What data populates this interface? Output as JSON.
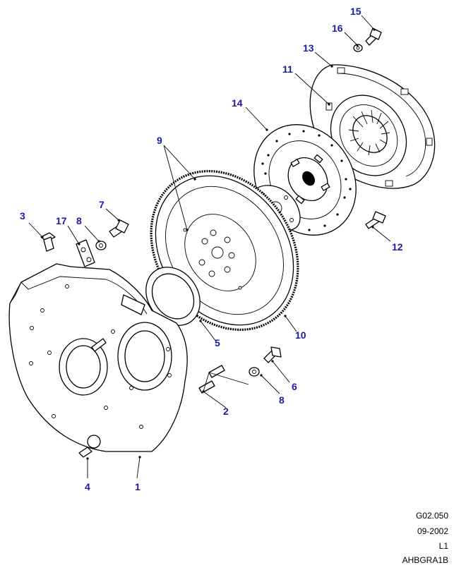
{
  "callouts": [
    "1",
    "2",
    "3",
    "4",
    "5",
    "6",
    "7",
    "8",
    "9",
    "10",
    "11",
    "12",
    "13",
    "14",
    "15",
    "16",
    "17",
    "8"
  ],
  "footer": {
    "ref": "G02.050",
    "date": "09-2002",
    "level": "L1",
    "code": "AHBGRA1B"
  },
  "colors": {
    "callout": "#1a1aa6",
    "line": "#000000",
    "background": "#ffffff"
  }
}
